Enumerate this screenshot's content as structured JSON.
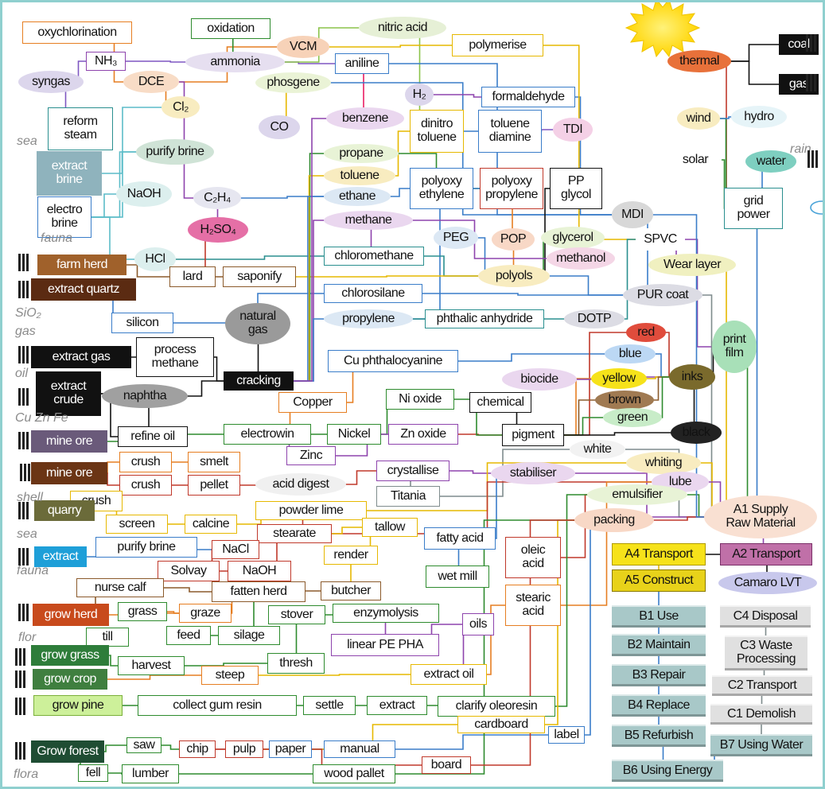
{
  "diagram": {
    "labels": {
      "sea_1": "sea",
      "fauna_1": "fauna",
      "sio2": "SiO₂",
      "gas": "gas",
      "oil": "oil",
      "cuznfe": "Cu Zn Fe",
      "shell": "shell",
      "sea_2": "sea",
      "fauna_2": "fauna",
      "flor": "flor",
      "flora": "flora",
      "rain": "rain"
    },
    "nodes": {
      "oxychlorination": "oxychlorination",
      "oxidation": "oxidation",
      "nitric_acid": "nitric acid",
      "vcm": "VCM",
      "polymerise": "polymerise",
      "nh3": "NH₃",
      "ammonia": "ammonia",
      "aniline": "aniline",
      "syngas": "syngas",
      "dce": "DCE",
      "phosgene": "phosgene",
      "cl2": "Cl₂",
      "h2": "H₂",
      "formaldehyde": "formaldehyde",
      "reform_steam": "reform\nsteam",
      "co": "CO",
      "benzene": "benzene",
      "dinitro_toluene": "dinitro\ntoluene",
      "toluene_diamine": "toluene\ndiamine",
      "tdi": "TDI",
      "purify_brine_1": "purify brine",
      "extract_brine": "extract\nbrine",
      "propane": "propane",
      "toluene": "toluene",
      "polyoxy_ethylene": "polyoxy\nethylene",
      "polyoxy_propylene": "polyoxy\npropylene",
      "pp_glycol": "PP\nglycol",
      "naoh_1": "NaOH",
      "c2h4": "C₂H₄",
      "ethane": "ethane",
      "electro_brine": "electro\nbrine",
      "h2so4": "H₂SO₄",
      "methane": "methane",
      "peg": "PEG",
      "pop": "POP",
      "glycerol": "glycerol",
      "methanol": "methanol",
      "mdi": "MDI",
      "spvc": "SPVC",
      "hcl": "HCl",
      "chloromethane": "chloromethane",
      "wear_layer": "Wear layer",
      "farm_herd": "farm herd",
      "lard": "lard",
      "saponify": "saponify",
      "polyols": "polyols",
      "extract_quartz": "extract quartz",
      "chlorosilane": "chlorosilane",
      "pur_coat": "PUR coat",
      "silicon": "silicon",
      "natural_gas": "natural\ngas",
      "propylene": "propylene",
      "phthalic_anhydride": "phthalic anhydride",
      "dotp": "DOTP",
      "red": "red",
      "print_film": "print\nfilm",
      "extract_gas": "extract gas",
      "process_methane": "process\nmethane",
      "blue": "blue",
      "cu_phthalocyanine": "Cu phthalocyanine",
      "cracking": "cracking",
      "biocide": "biocide",
      "yellow": "yellow",
      "inks": "inks",
      "extract_crude": "extract\ncrude",
      "naphtha": "naphtha",
      "copper": "Copper",
      "ni_oxide": "Ni oxide",
      "chemical": "chemical",
      "brown": "brown",
      "refine_oil": "refine oil",
      "green": "green",
      "mine_ore_1": "mine ore",
      "electrowin": "electrowin",
      "nickel": "Nickel",
      "zn_oxide": "Zn oxide",
      "pigment": "pigment",
      "black": "black",
      "zinc": "Zinc",
      "white": "white",
      "mine_ore_2": "mine ore",
      "crush_1": "crush",
      "smelt": "smelt",
      "crystallise": "crystallise",
      "stabiliser": "stabiliser",
      "whiting": "whiting",
      "crush_2": "crush",
      "pellet": "pellet",
      "acid_digest": "acid digest",
      "titania": "Titania",
      "lube": "lube",
      "emulsifier": "emulsifier",
      "crush_3": "crush",
      "quarry": "quarry",
      "powder_lime": "powder lime",
      "packing": "packing",
      "a1": "A1 Supply\nRaw Material",
      "screen": "screen",
      "calcine": "calcine",
      "stearate": "stearate",
      "tallow": "tallow",
      "fatty_acid": "fatty acid",
      "extract_2": "extract",
      "purify_brine_2": "purify brine",
      "nacl": "NaCl",
      "render": "render",
      "oleic_acid": "oleic\nacid",
      "a4": "A4 Transport",
      "a2": "A2 Transport",
      "solvay": "Solvay",
      "naoh_2": "NaOH",
      "wet_mill": "wet mill",
      "a5": "A5 Construct",
      "camaro": "Camaro LVT",
      "nurse_calf": "nurse calf",
      "fatten_herd": "fatten herd",
      "butcher": "butcher",
      "stearic_acid": "stearic\nacid",
      "grow_herd": "grow herd",
      "grass": "grass",
      "graze": "graze",
      "stover": "stover",
      "enzymolysis": "enzymolysis",
      "b1": "B1 Use",
      "c4": "C4 Disposal",
      "till": "till",
      "feed": "feed",
      "silage": "silage",
      "linear_pe_pha": "linear PE PHA",
      "oils": "oils",
      "grow_grass": "grow grass",
      "b2": "B2 Maintain",
      "c3": "C3 Waste\nProcessing",
      "harvest": "harvest",
      "thresh": "thresh",
      "grow_crop": "grow crop",
      "steep": "steep",
      "extract_oil": "extract oil",
      "b3": "B3 Repair",
      "c2": "C2 Transport",
      "grow_pine": "grow pine",
      "collect_gum": "collect gum resin",
      "settle": "settle",
      "extract_3": "extract",
      "clarify": "clarify oleoresin",
      "b4": "B4 Replace",
      "c1": "C1 Demolish",
      "cardboard": "cardboard",
      "grow_forest": "Grow forest",
      "saw": "saw",
      "chip": "chip",
      "pulp": "pulp",
      "paper": "paper",
      "manual": "manual",
      "label": "label",
      "b5": "B5 Refurbish",
      "b7": "B7 Using Water",
      "fell": "fell",
      "lumber": "lumber",
      "wood_pallet": "wood pallet",
      "board": "board",
      "b6": "B6 Using Energy",
      "coal": "coal",
      "gas_src": "gas",
      "thermal": "thermal",
      "wind": "wind",
      "hydro": "hydro",
      "solar": "solar",
      "water": "water",
      "grid_power": "grid\npower"
    }
  }
}
